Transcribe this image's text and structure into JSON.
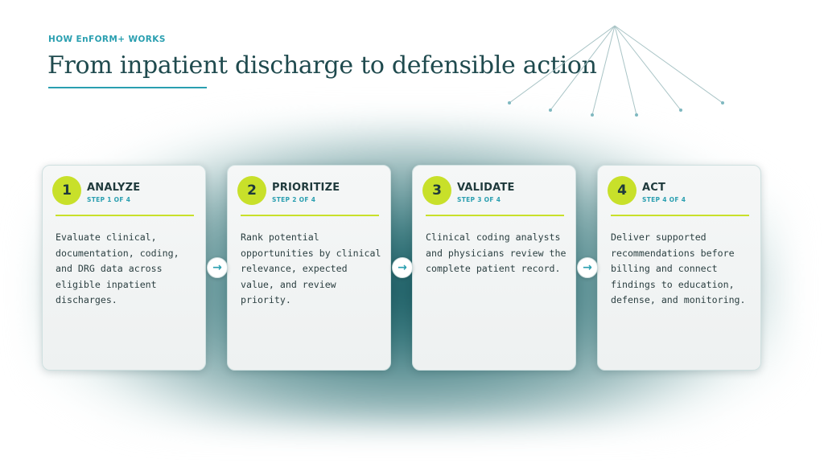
{
  "header": {
    "eyebrow": "HOW EnFORM+ WORKS",
    "title": "From inpatient discharge to defensible action"
  },
  "colors": {
    "accent_teal": "#2a9fb0",
    "accent_lime": "#c8e02a",
    "heading_dark": "#1f4a4e"
  },
  "steps": [
    {
      "number": "1",
      "title": "ANALYZE",
      "subtitle": "STEP 1 OF 4",
      "description": "Evaluate clinical, documentation, coding, and DRG data across eligible inpatient discharges."
    },
    {
      "number": "2",
      "title": "PRIORITIZE",
      "subtitle": "STEP 2 OF 4",
      "description": "Rank potential opportunities by clinical relevance, expected value, and review priority."
    },
    {
      "number": "3",
      "title": "VALIDATE",
      "subtitle": "STEP 3 OF 4",
      "description": "Clinical coding analysts and physicians review the complete patient record."
    },
    {
      "number": "4",
      "title": "ACT",
      "subtitle": "STEP 4 OF 4",
      "description": "Deliver supported recommendations before billing and connect findings to education, defense, and monitoring."
    }
  ],
  "connectors": {
    "icon": "arrow-right-icon",
    "glyph": "→"
  }
}
